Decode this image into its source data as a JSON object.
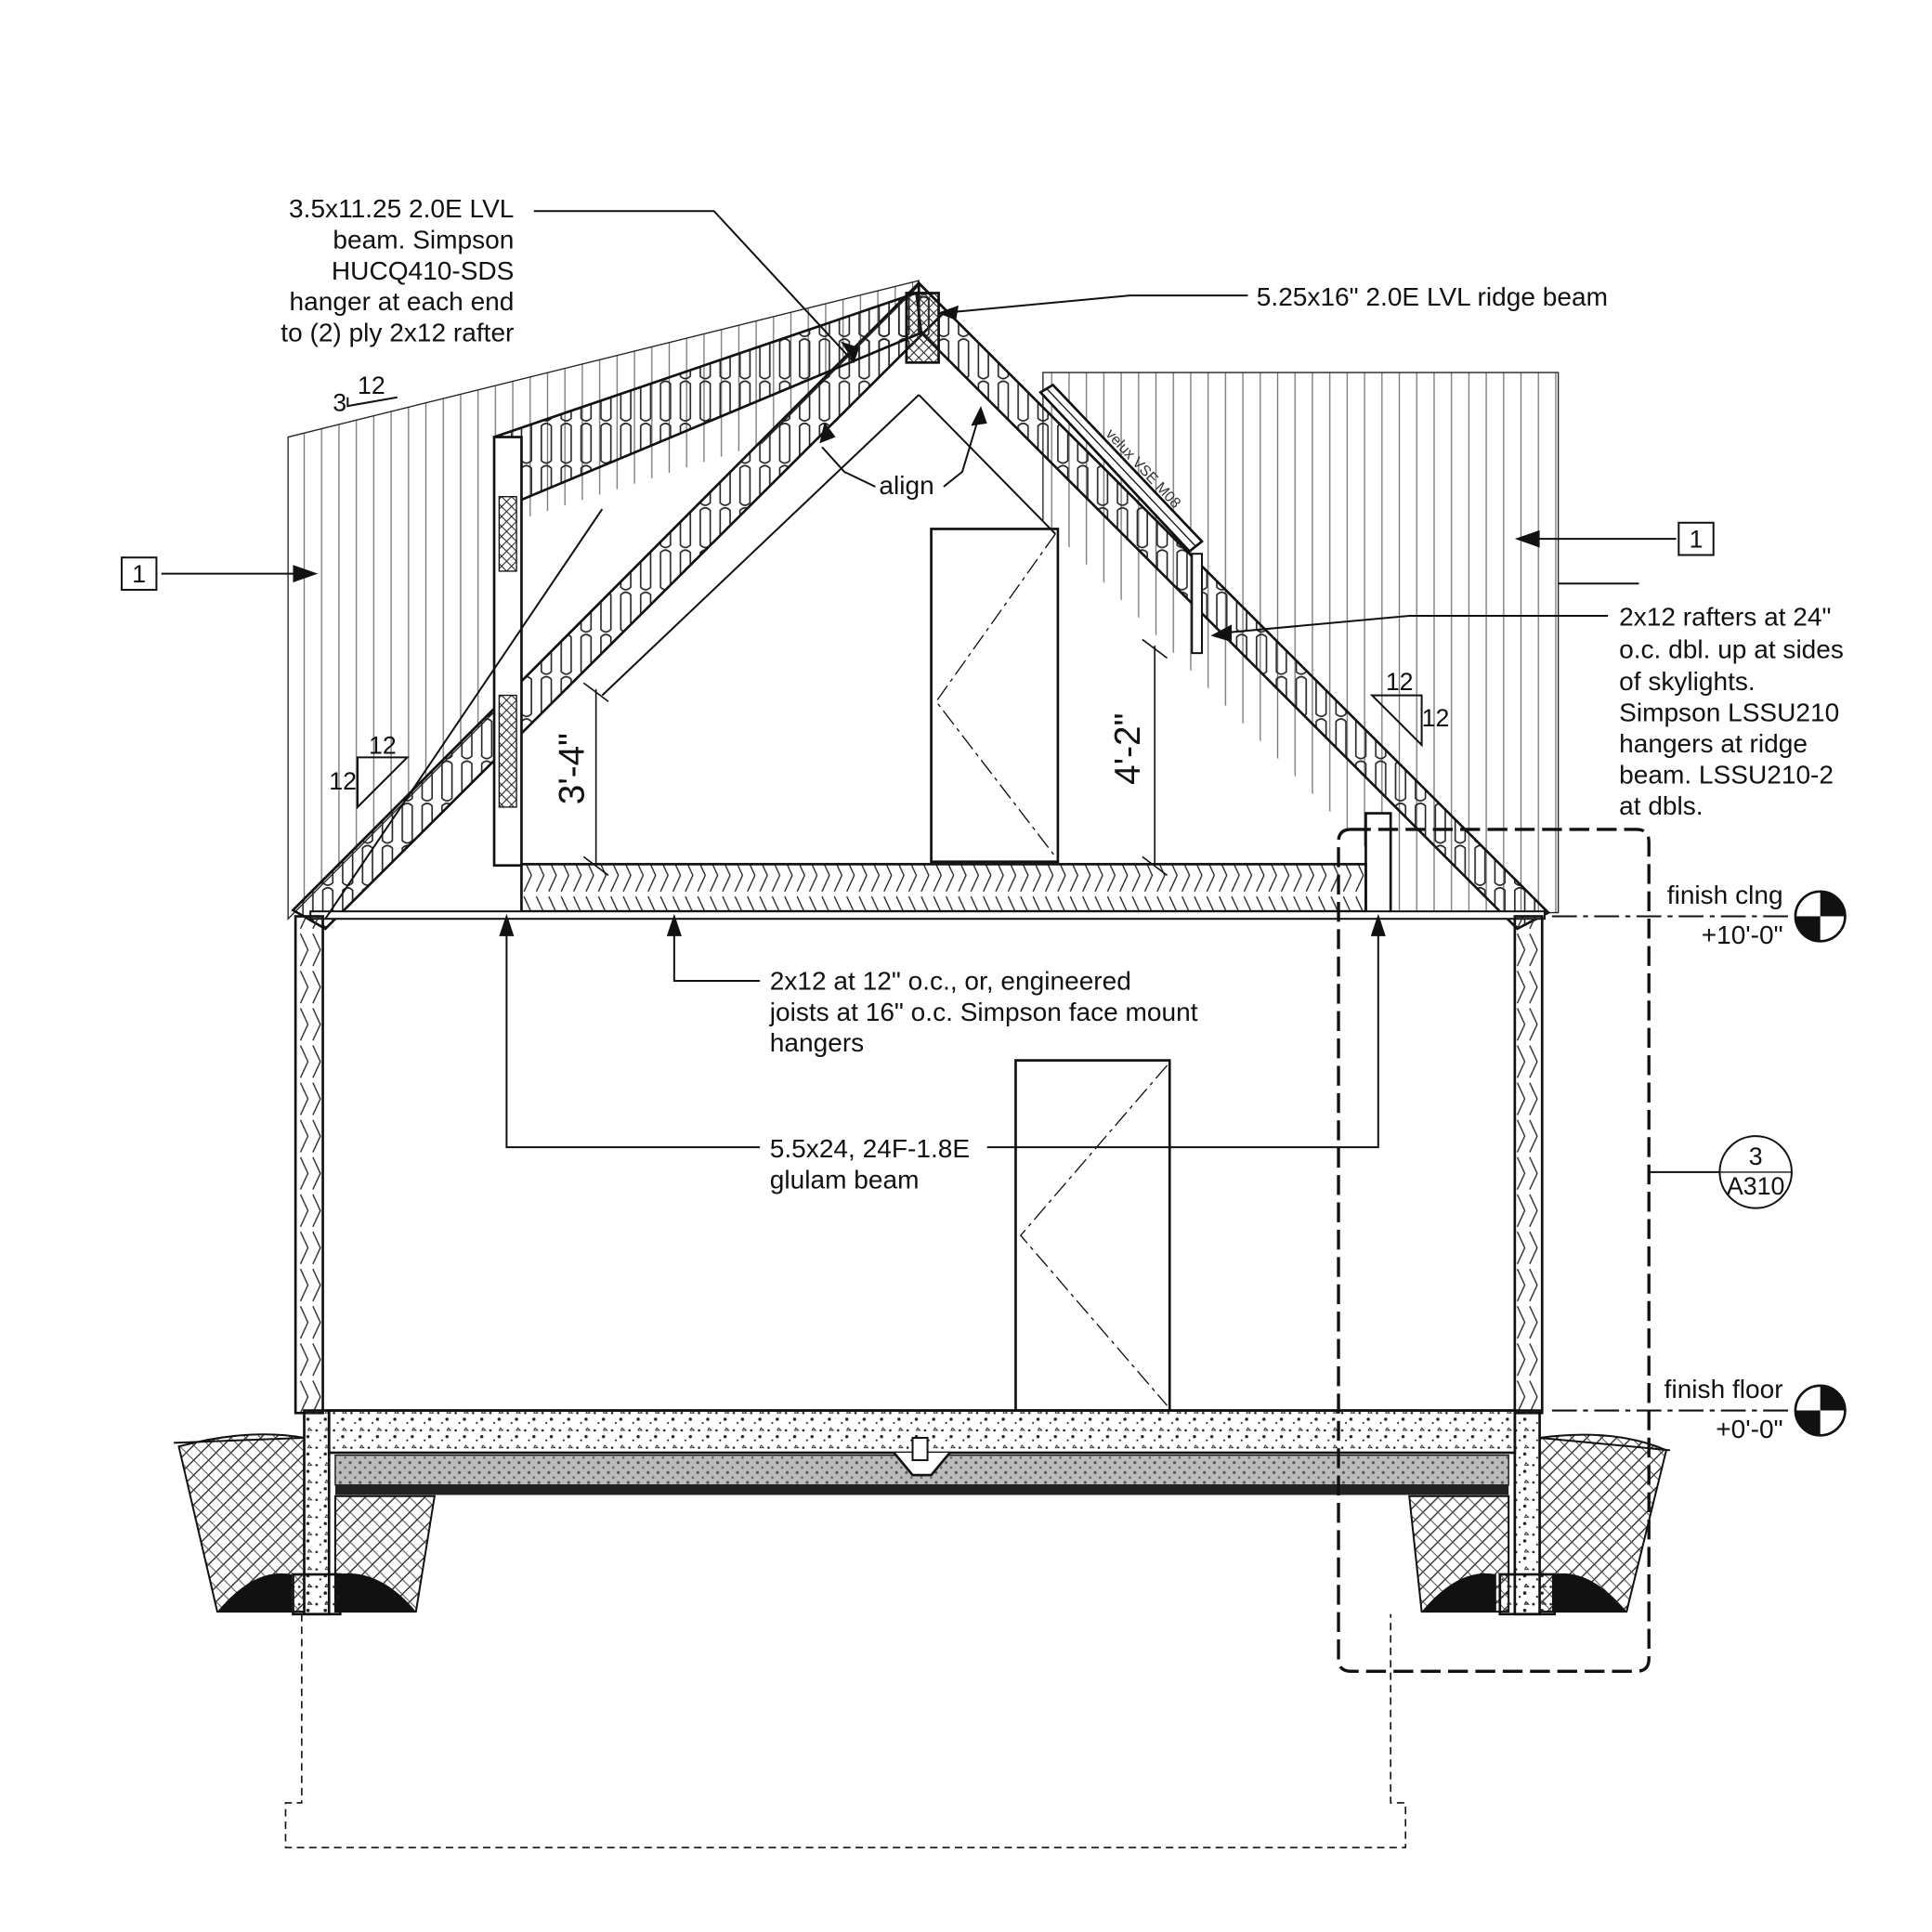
{
  "notes": {
    "lvl_beam": [
      "3.5x11.25 2.0E LVL",
      "beam. Simpson",
      "HUCQ410-SDS",
      "hanger at each end",
      "to (2) ply 2x12 rafter"
    ],
    "ridge_beam": "5.25x16\" 2.0E LVL ridge beam",
    "align": "align",
    "rafters": [
      "2x12 rafters at 24\"",
      "o.c. dbl. up at sides",
      "of skylights.",
      "Simpson LSSU210",
      "hangers at ridge",
      "beam. LSSU210-2",
      "at dbls."
    ],
    "joists": [
      "2x12 at 12\" o.c., or, engineered",
      "joists at 16\" o.c. Simpson face mount",
      "hangers"
    ],
    "glulam": [
      "5.5x24, 24F-1.8E",
      "glulam beam"
    ],
    "skylight": "velux VSE M08"
  },
  "elevations": {
    "ceiling_label": "finish clng",
    "ceiling_value": "+10'-0\"",
    "floor_label": "finish floor",
    "floor_value": "+0'-0\""
  },
  "dimensions": {
    "left": "3'-4\"",
    "right": "4'-2\""
  },
  "pitches": {
    "upper_left_rise": "3",
    "upper_left_run": "12",
    "left_rise": "12",
    "left_run": "12",
    "right_rise": "12",
    "right_run": "12"
  },
  "tags": {
    "left": "1",
    "right": "1"
  },
  "detail_ref": {
    "number": "3",
    "sheet": "A310"
  }
}
